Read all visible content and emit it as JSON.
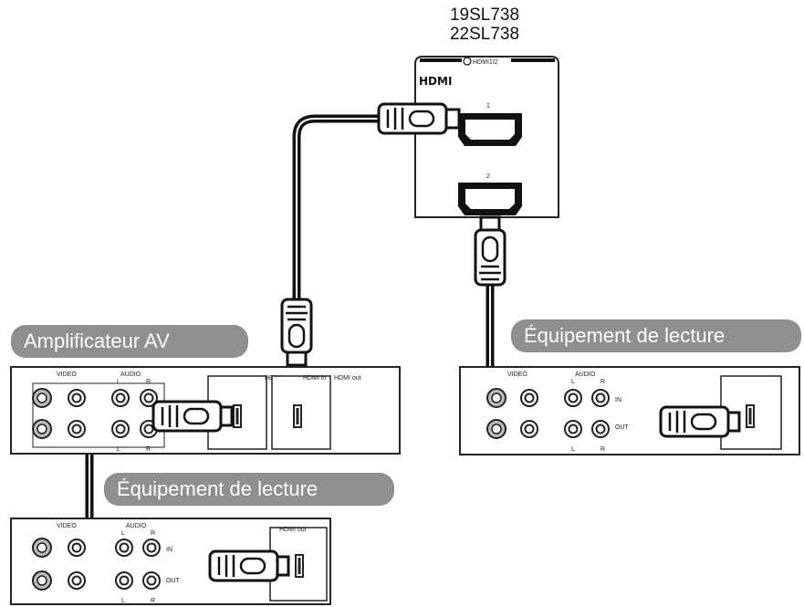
{
  "tv": {
    "model_1": "19SL738",
    "model_2": "22SL738",
    "port_group": "HDMI1/2",
    "logo": "HDMI",
    "port_1": "1",
    "port_2": "2"
  },
  "amplifier": {
    "label": "Amplificateur AV",
    "video": "VIDEO",
    "audio": "AUDIO",
    "l": "L",
    "r": "R",
    "hdmi_out": "HDMI out",
    "hdmi_in": "HDMI in",
    "hdmi_out_2": "HDMI out"
  },
  "player_left": {
    "label": "Équipement de lecture",
    "video": "VIDEO",
    "audio": "AUDIO",
    "l": "L",
    "r": "R",
    "in": "IN",
    "out": "OUT",
    "hdmi_out": "HDMI out"
  },
  "player_right": {
    "label": "Équipement de lecture",
    "video": "VIDEO",
    "audio": "AUDIO",
    "l": "L",
    "r": "R",
    "in": "IN",
    "out": "OUT"
  }
}
